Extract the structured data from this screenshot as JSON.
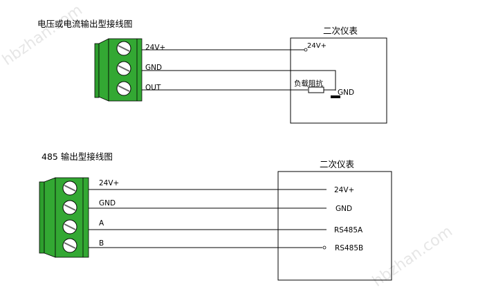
{
  "watermark": "hbzhan.com",
  "colors": {
    "terminal_green": "#2e9e2e",
    "terminal_dark": "#1f7a1f",
    "wire": "#000000",
    "screw": "#ffffff"
  },
  "diagram1": {
    "title": "电压或电流输出型接线图",
    "terminals": [
      "24V+",
      "GND",
      "OUT"
    ],
    "instrument": {
      "title": "二次仪表",
      "terminal_24v": "24V+",
      "load_label": "负载阻抗",
      "gnd_label": "GND"
    }
  },
  "diagram2": {
    "title": "485 输出型接线图",
    "terminals": [
      "24V+",
      "GND",
      "A",
      "B"
    ],
    "instrument": {
      "title": "二次仪表",
      "terminals": [
        "24V+",
        "GND",
        "RS485A",
        "RS485B"
      ]
    }
  }
}
